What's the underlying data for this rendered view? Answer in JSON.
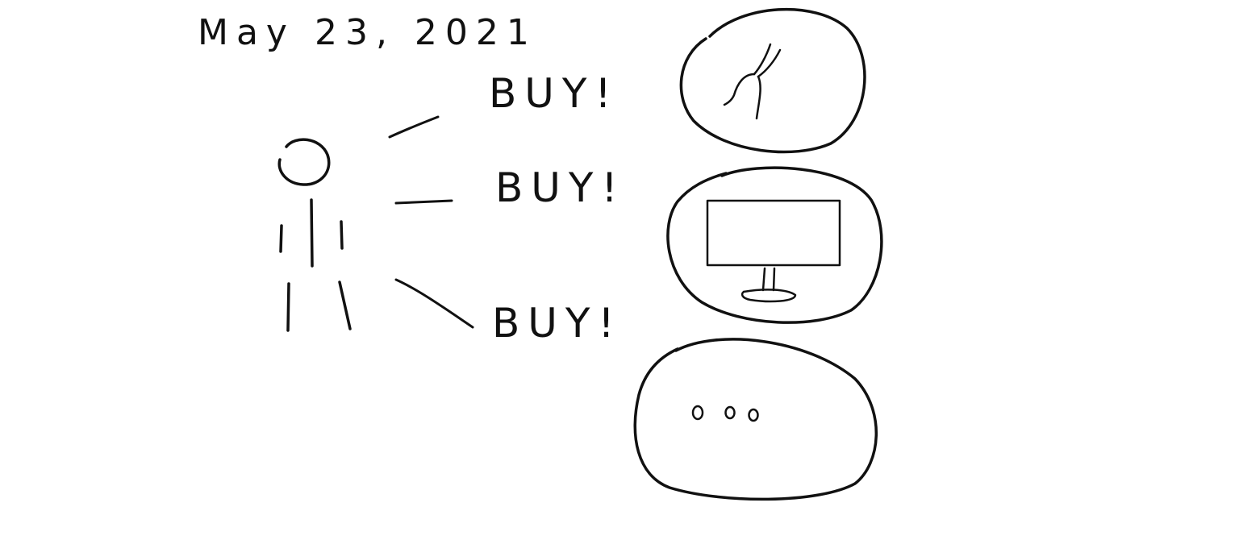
{
  "sketch": {
    "date_note": "May 23, 2021",
    "buy_labels": [
      "BUY!",
      "BUY!",
      "BUY!"
    ],
    "ink_color": "#111111",
    "background_color": "#ffffff"
  },
  "figures": {
    "person": "stick-figure",
    "bubbles": [
      {
        "name": "fork-bubble",
        "icon": "fork-icon"
      },
      {
        "name": "monitor-bubble",
        "icon": "monitor-icon"
      },
      {
        "name": "ellipsis-bubble",
        "icon": "ellipsis-icon"
      }
    ]
  }
}
